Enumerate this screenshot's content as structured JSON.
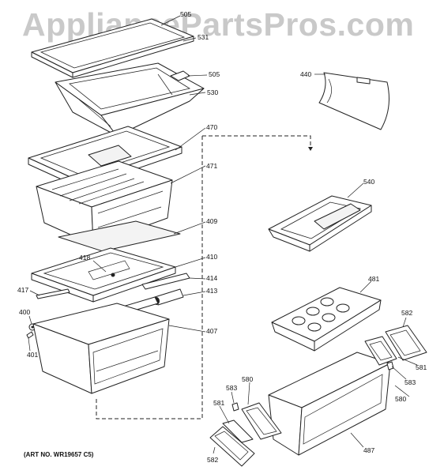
{
  "watermark": "AppliancePartsPros.com",
  "art_number": "(ART NO. WR19657 C5)",
  "callouts": {
    "c505a": "505",
    "c531": "531",
    "c505b": "505",
    "c530": "530",
    "c440": "440",
    "c470": "470",
    "c471": "471",
    "c409": "409",
    "c418": "418",
    "c410": "410",
    "c414": "414",
    "c417": "417",
    "c413": "413",
    "c400": "400",
    "c401": "401",
    "c407": "407",
    "c540": "540",
    "c481": "481",
    "c582a": "582",
    "c581a": "581",
    "c583a": "583",
    "c580a": "580",
    "c583b": "583",
    "c580b": "580",
    "c581b": "581",
    "c582b": "582",
    "c487": "487"
  }
}
